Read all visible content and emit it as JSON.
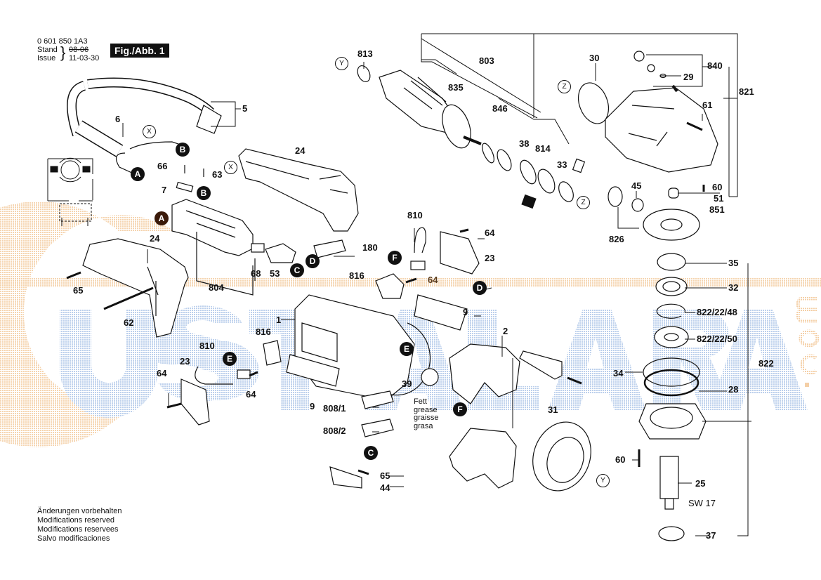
{
  "header": {
    "part_number": "0 601 850 1A3",
    "stand_label": "Stand",
    "issue_label": "Issue",
    "old_date": "08-06",
    "issue_date": "11-03-30",
    "figure_label": "Fig./Abb. 1"
  },
  "footer_notes": [
    "Änderungen vorbehalten",
    "Modifications reserved",
    "Modifications reservees",
    "Salvo modificaciones"
  ],
  "grease_note": [
    "Fett",
    "grease",
    "graisse",
    "grasa"
  ],
  "watermark": {
    "text": "USTALARA",
    "suffix": ".com",
    "blue": "#c6d6ee",
    "orange": "#f5d7b4"
  },
  "callouts": [
    {
      "id": "5",
      "text": "5"
    },
    {
      "id": "6",
      "text": "6"
    },
    {
      "id": "24a",
      "text": "24"
    },
    {
      "id": "66",
      "text": "66"
    },
    {
      "id": "63",
      "text": "63"
    },
    {
      "id": "7",
      "text": "7"
    },
    {
      "id": "24b",
      "text": "24"
    },
    {
      "id": "65a",
      "text": "65"
    },
    {
      "id": "62",
      "text": "62"
    },
    {
      "id": "804",
      "text": "804"
    },
    {
      "id": "68",
      "text": "68"
    },
    {
      "id": "53",
      "text": "53"
    },
    {
      "id": "180",
      "text": "180"
    },
    {
      "id": "813",
      "text": "813"
    },
    {
      "id": "803",
      "text": "803"
    },
    {
      "id": "835",
      "text": "835"
    },
    {
      "id": "846",
      "text": "846"
    },
    {
      "id": "38",
      "text": "38"
    },
    {
      "id": "814",
      "text": "814"
    },
    {
      "id": "33",
      "text": "33"
    },
    {
      "id": "30",
      "text": "30"
    },
    {
      "id": "840",
      "text": "840"
    },
    {
      "id": "29",
      "text": "29"
    },
    {
      "id": "821",
      "text": "821"
    },
    {
      "id": "61",
      "text": "61"
    },
    {
      "id": "45",
      "text": "45"
    },
    {
      "id": "60a",
      "text": "60"
    },
    {
      "id": "51",
      "text": "51"
    },
    {
      "id": "851",
      "text": "851"
    },
    {
      "id": "826",
      "text": "826"
    },
    {
      "id": "810a",
      "text": "810"
    },
    {
      "id": "64a",
      "text": "64"
    },
    {
      "id": "23a",
      "text": "23"
    },
    {
      "id": "816a",
      "text": "816"
    },
    {
      "id": "64b",
      "text": "64"
    },
    {
      "id": "9a",
      "text": "9"
    },
    {
      "id": "1",
      "text": "1"
    },
    {
      "id": "2",
      "text": "2"
    },
    {
      "id": "816b",
      "text": "816"
    },
    {
      "id": "810b",
      "text": "810"
    },
    {
      "id": "23b",
      "text": "23"
    },
    {
      "id": "64c",
      "text": "64"
    },
    {
      "id": "64d",
      "text": "64"
    },
    {
      "id": "9b",
      "text": "9"
    },
    {
      "id": "39",
      "text": "39"
    },
    {
      "id": "808_1",
      "text": "808/1"
    },
    {
      "id": "808_2",
      "text": "808/2"
    },
    {
      "id": "65b",
      "text": "65"
    },
    {
      "id": "44",
      "text": "44"
    },
    {
      "id": "31",
      "text": "31"
    },
    {
      "id": "35",
      "text": "35"
    },
    {
      "id": "32",
      "text": "32"
    },
    {
      "id": "822_22_48",
      "text": "822/22/48"
    },
    {
      "id": "822_22_50",
      "text": "822/22/50"
    },
    {
      "id": "822",
      "text": "822"
    },
    {
      "id": "34",
      "text": "34"
    },
    {
      "id": "28",
      "text": "28"
    },
    {
      "id": "60b",
      "text": "60"
    },
    {
      "id": "25",
      "text": "25"
    },
    {
      "id": "sw17",
      "text": "SW 17"
    },
    {
      "id": "37",
      "text": "37"
    }
  ],
  "connector_badges": [
    {
      "id": "B1",
      "text": "B"
    },
    {
      "id": "A1",
      "text": "A"
    },
    {
      "id": "B2",
      "text": "B"
    },
    {
      "id": "A2",
      "text": "A"
    },
    {
      "id": "C1",
      "text": "C"
    },
    {
      "id": "D1",
      "text": "D"
    },
    {
      "id": "F1",
      "text": "F"
    },
    {
      "id": "D2",
      "text": "D"
    },
    {
      "id": "E1",
      "text": "E"
    },
    {
      "id": "E2",
      "text": "E"
    },
    {
      "id": "F2",
      "text": "F"
    },
    {
      "id": "C2",
      "text": "C"
    }
  ],
  "ref_rings": [
    {
      "id": "X1",
      "text": "X"
    },
    {
      "id": "X2",
      "text": "X"
    },
    {
      "id": "Y1",
      "text": "Y"
    },
    {
      "id": "Z1",
      "text": "Z"
    },
    {
      "id": "Z2",
      "text": "Z"
    },
    {
      "id": "Y2",
      "text": "Y"
    }
  ]
}
